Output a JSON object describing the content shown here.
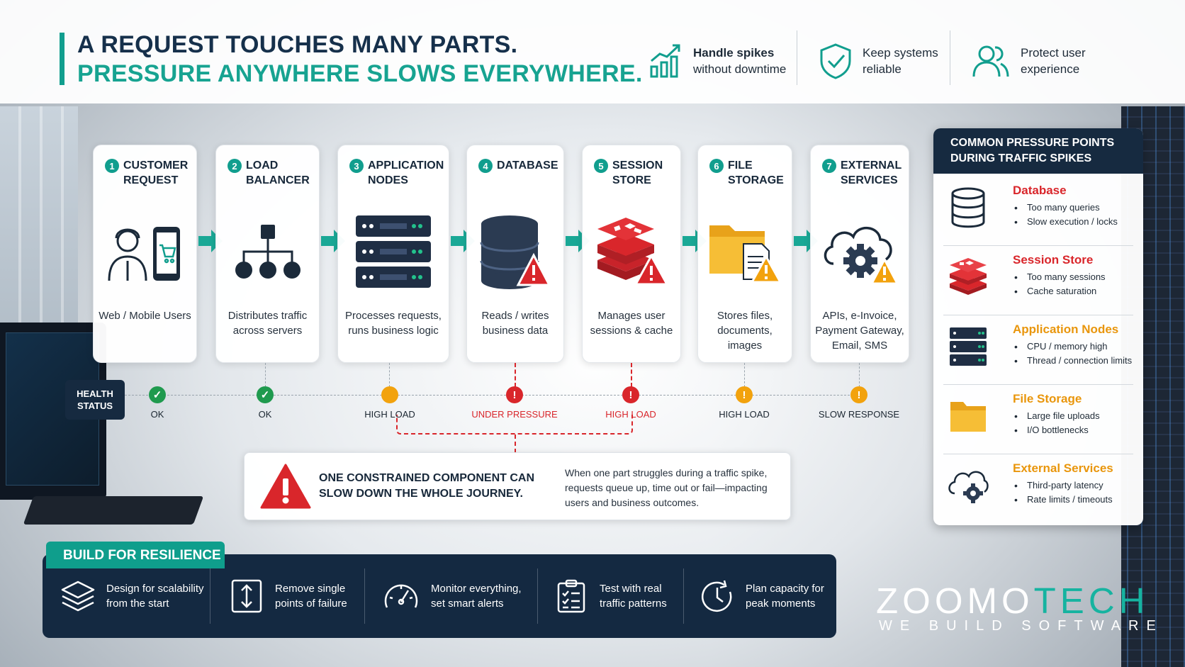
{
  "header": {
    "title_line1": "A REQUEST TOUCHES MANY PARTS.",
    "title_line2": "PRESSURE ANYWHERE SLOWS EVERYWHERE.",
    "benefits": [
      {
        "bold": "Handle spikes",
        "rest": "without downtime",
        "icon": "growth-chart-icon"
      },
      {
        "bold": "",
        "line1": "Keep systems",
        "rest": "reliable",
        "icon": "shield-check-icon"
      },
      {
        "bold": "",
        "line1": "Protect user",
        "rest": "experience",
        "icon": "users-icon"
      }
    ]
  },
  "pipeline": [
    {
      "num": "1",
      "title": "CUSTOMER REQUEST",
      "desc": "Web / Mobile Users",
      "status": "OK",
      "level": "ok",
      "icon": "user-mobile-icon"
    },
    {
      "num": "2",
      "title": "LOAD BALANCER",
      "desc": "Distributes traffic across servers",
      "status": "OK",
      "level": "ok",
      "icon": "network-tree-icon"
    },
    {
      "num": "3",
      "title": "APPLICATION NODES",
      "desc": "Processes requests, runs business logic",
      "status": "HIGH LOAD",
      "level": "warn",
      "icon": "server-stack-icon"
    },
    {
      "num": "4",
      "title": "DATABASE",
      "desc": "Reads / writes business data",
      "status": "UNDER PRESSURE",
      "level": "crit",
      "icon": "database-warning-icon"
    },
    {
      "num": "5",
      "title": "SESSION STORE",
      "desc": "Manages user sessions & cache",
      "status": "HIGH LOAD",
      "level": "crit",
      "icon": "cache-warning-icon"
    },
    {
      "num": "6",
      "title": "FILE STORAGE",
      "desc": "Stores files, documents, images",
      "status": "HIGH LOAD",
      "level": "warn",
      "icon": "folder-warning-icon"
    },
    {
      "num": "7",
      "title": "EXTERNAL SERVICES",
      "desc": "APIs, e-Invoice, Payment Gateway, Email, SMS",
      "status": "SLOW RESPONSE",
      "level": "warn",
      "icon": "cloud-gear-warning-icon"
    }
  ],
  "health": {
    "label": "HEALTH STATUS"
  },
  "alert": {
    "heading": "ONE CONSTRAINED COMPONENT CAN SLOW DOWN THE WHOLE JOURNEY.",
    "body": "When one part struggles during a traffic spike, requests queue up, time out or fail—impacting users and business outcomes."
  },
  "pressure": {
    "title": "COMMON PRESSURE POINTS DURING TRAFFIC SPIKES",
    "items": [
      {
        "title": "Database",
        "color": "#d9262b",
        "bullets": [
          "Too many queries",
          "Slow execution / locks"
        ],
        "icon": "database-icon"
      },
      {
        "title": "Session Store",
        "color": "#d9262b",
        "bullets": [
          "Too many sessions",
          "Cache saturation"
        ],
        "icon": "cache-icon"
      },
      {
        "title": "Application Nodes",
        "color": "#e9960c",
        "bullets": [
          "CPU / memory high",
          "Thread / connection limits"
        ],
        "icon": "server-icon"
      },
      {
        "title": "File Storage",
        "color": "#e9960c",
        "bullets": [
          "Large file uploads",
          "I/O bottlenecks"
        ],
        "icon": "folder-icon"
      },
      {
        "title": "External Services",
        "color": "#e9960c",
        "bullets": [
          "Third-party latency",
          "Rate limits / timeouts"
        ],
        "icon": "cloud-gear-icon"
      }
    ]
  },
  "resilience": {
    "tab": "BUILD FOR RESILIENCE",
    "items": [
      {
        "line1": "Design for scalability",
        "line2": "from the start",
        "icon": "layers-icon"
      },
      {
        "line1": "Remove single",
        "line2": "points of failure",
        "icon": "split-arrows-icon"
      },
      {
        "line1": "Monitor everything,",
        "line2": "set smart alerts",
        "icon": "gauge-icon"
      },
      {
        "line1": "Test with real",
        "line2": "traffic patterns",
        "icon": "checklist-icon"
      },
      {
        "line1": "Plan capacity for",
        "line2": "peak moments",
        "icon": "clock-icon"
      }
    ]
  },
  "brand": {
    "name_a": "ZOOMO",
    "name_b": "TECH",
    "tagline": "WE BUILD SOFTWARE"
  },
  "colors": {
    "teal": "#119e8e",
    "navy": "#162a40",
    "red": "#d9262b",
    "orange": "#f2a20d",
    "green": "#1f9a4e"
  }
}
